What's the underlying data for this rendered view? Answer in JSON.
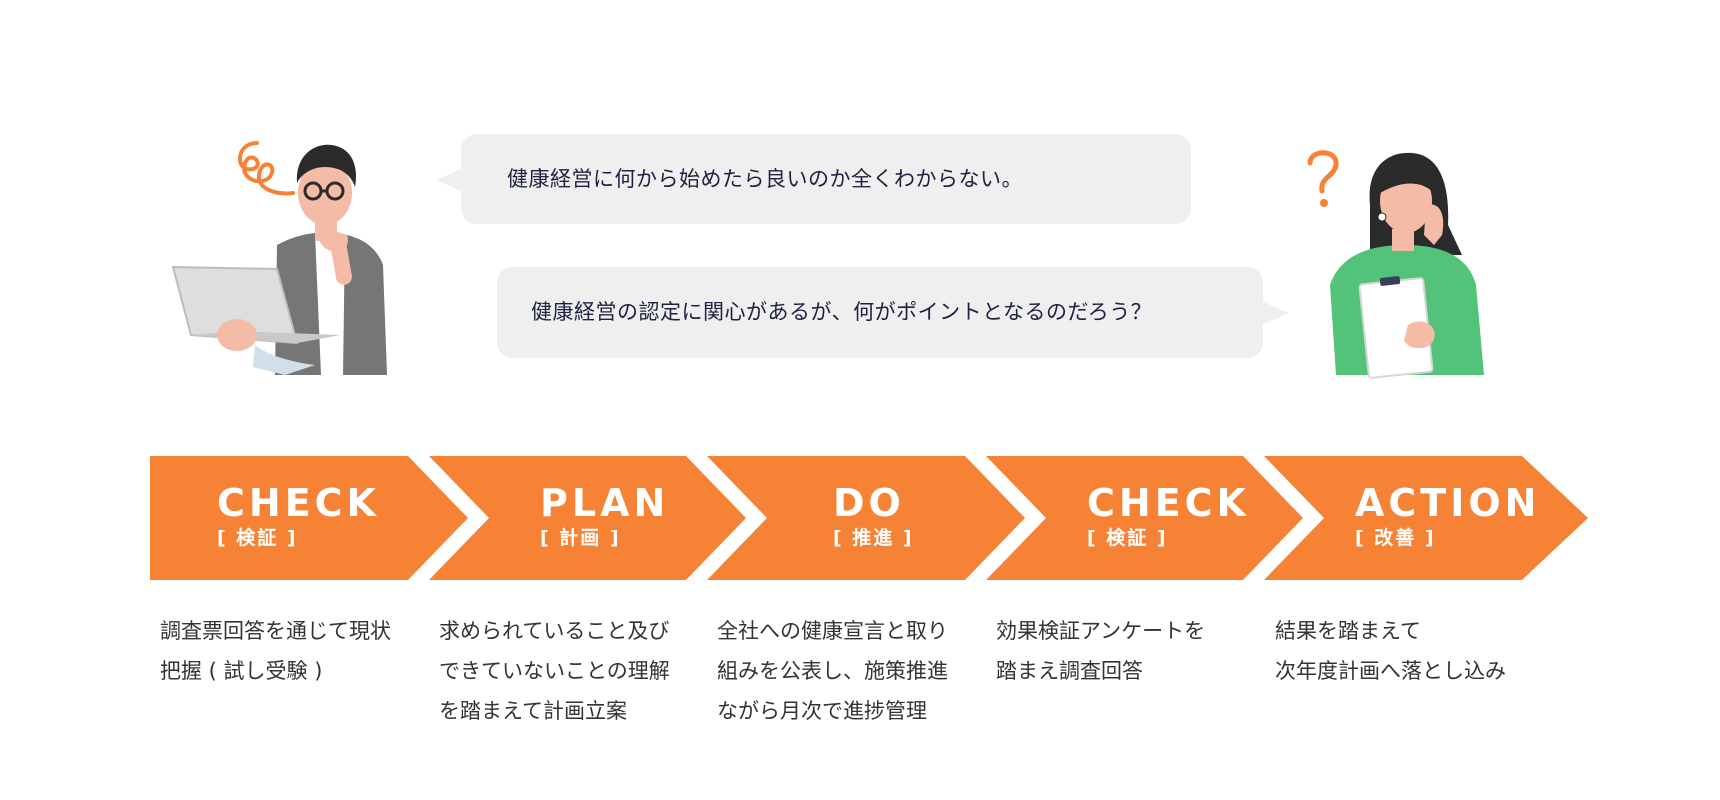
{
  "dialog": {
    "bubble_1": "健康経営に何から始めたら良いのか全くわからない。",
    "bubble_2": "健康経営の認定に関心があるが、何がポイントとなるのだろう？"
  },
  "flow": {
    "accent_color": "#f58235",
    "steps": [
      {
        "title": "CHECK",
        "sub": "[ 検証 ]",
        "desc": [
          "調査票回答を通じて現状",
          "把握 ( 試し受験 )"
        ]
      },
      {
        "title": "PLAN",
        "sub": "[ 計画 ]",
        "desc": [
          "求められていること及び",
          "できていないことの理解",
          "を踏まえて計画立案"
        ]
      },
      {
        "title": "DO",
        "sub": "[ 推進 ]",
        "desc": [
          "全社への健康宣言と取り",
          "組みを公表し、施策推進",
          "ながら月次で進捗管理"
        ]
      },
      {
        "title": "CHECK",
        "sub": "[ 検証 ]",
        "desc": [
          "効果検証アンケートを",
          "踏まえ調査回答"
        ]
      },
      {
        "title": "ACTION",
        "sub": "[ 改善 ]",
        "desc": [
          "結果を踏まえて",
          "次年度計画へ落とし込み"
        ]
      }
    ]
  },
  "icons": {
    "man": "thinking-man-with-laptop-illustration",
    "woman": "confused-woman-with-clipboard-illustration"
  }
}
